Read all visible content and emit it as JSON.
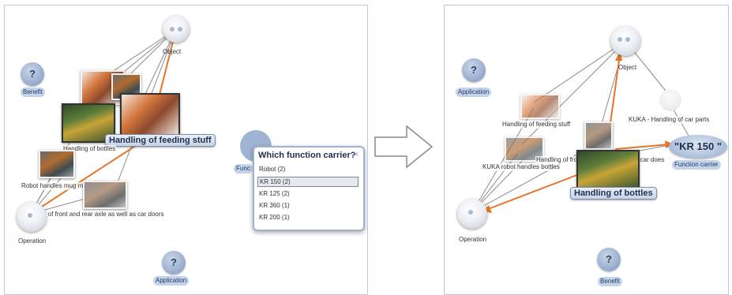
{
  "left_panel": {
    "labels": {
      "object": "Object",
      "benefit": "Benefit",
      "operation": "Operation",
      "application": "Application",
      "handling_of_bottles": "Handling of bottles",
      "robot_handles_mug": "Robot handles mug mater...",
      "handling_front_rear": "...ng of front and rear axle as well as car doors",
      "function_carrier_cut": "Func"
    },
    "callout": "Handling of feeding stuff",
    "icon_glyph": "?"
  },
  "dialog": {
    "title": "Which function carrier?",
    "close": "×",
    "options": [
      "Robot    (2)",
      "KR 150 (2)",
      "KR 125 (2)",
      "KR 360 (1)",
      "KR 200 (1)"
    ],
    "selected_index": 1
  },
  "right_panel": {
    "labels": {
      "object": "Object",
      "application": "Application",
      "operation": "Operation",
      "benefit": "Benefit",
      "handling_feeding": "Handling of feeding stuff",
      "kuka_robot_bottles": "KUKA robot handles bottles",
      "handling_fro": "Handling of fro",
      "car_does": "...ell as car does",
      "kuka_car_parts": "KUKA - Handling of car parts",
      "function_carrier": "Function carrier"
    },
    "callout": "Handling of bottles",
    "kr_badge": "\"KR 150 \"",
    "icon_glyph": "?"
  },
  "colors": {
    "panel_border": "#b9c9dd",
    "accent_orange": "#e8742a",
    "edge_gray": "#8c8c8c",
    "label_pill": "#c5d3ea"
  }
}
